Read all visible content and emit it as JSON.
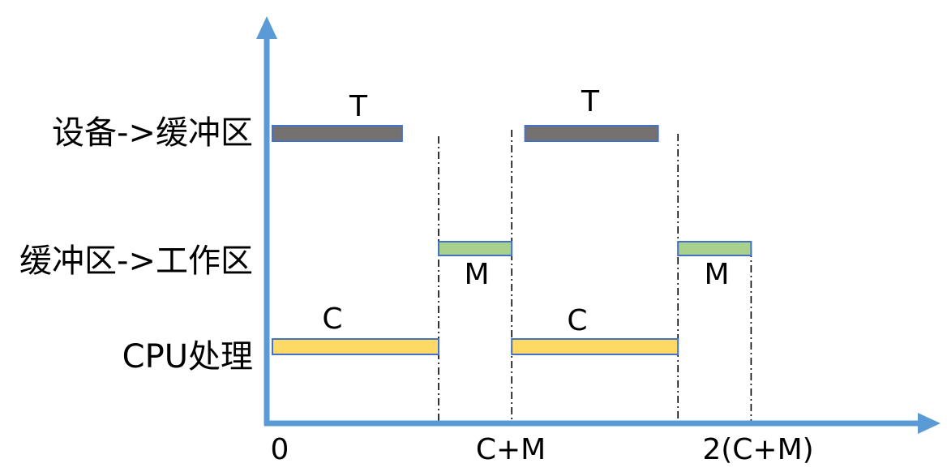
{
  "rows": [
    {
      "label": "设备->缓冲区",
      "bars": [
        {
          "name": "T",
          "start": 0.0,
          "end": 0.39,
          "color": "#767171"
        },
        {
          "name": "T",
          "start": 0.76,
          "end": 1.16,
          "color": "#767171"
        }
      ]
    },
    {
      "label": "缓冲区->工作区",
      "bars": [
        {
          "name": "M",
          "start": 0.5,
          "end": 0.72,
          "color": "#a9d18e"
        },
        {
          "name": "M",
          "start": 1.22,
          "end": 1.44,
          "color": "#a9d18e"
        }
      ]
    },
    {
      "label": "CPU处理",
      "bars": [
        {
          "name": "C",
          "start": 0.0,
          "end": 0.5,
          "color": "#ffd966"
        },
        {
          "name": "C",
          "start": 0.72,
          "end": 1.22,
          "color": "#ffd966"
        }
      ]
    }
  ],
  "x_labels": [
    {
      "text": "0",
      "at": 0.0
    },
    {
      "text": "C+M",
      "at": 0.72
    },
    {
      "text": "2(C+M)",
      "at": 1.44
    }
  ],
  "colors": {
    "axis": "#5b9bd5",
    "bar_border": "#4472c4",
    "guide": "#000000"
  }
}
